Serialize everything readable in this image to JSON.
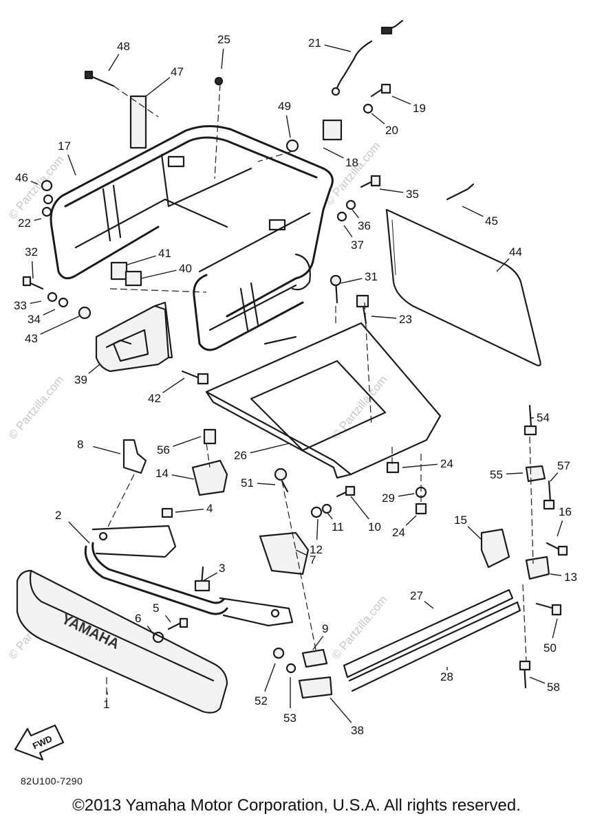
{
  "diagram": {
    "drawing_code": "82U100-7290",
    "copyright": "©2013 Yamaha Motor Corporation, U.S.A. All rights reserved.",
    "bumper_stamp": "YAMAHA",
    "fwd_label": "FWD",
    "watermark_text": "© Partzilla.com",
    "callouts": [
      "1",
      "2",
      "3",
      "4",
      "5",
      "6",
      "7",
      "8",
      "9",
      "10",
      "11",
      "12",
      "13",
      "14",
      "15",
      "16",
      "17",
      "18",
      "19",
      "20",
      "21",
      "22",
      "23",
      "24",
      "24",
      "25",
      "26",
      "27",
      "28",
      "29",
      "31",
      "32",
      "33",
      "34",
      "35",
      "36",
      "37",
      "38",
      "39",
      "40",
      "41",
      "42",
      "43",
      "44",
      "45",
      "46",
      "47",
      "48",
      "49",
      "50",
      "51",
      "52",
      "53",
      "54",
      "55",
      "56",
      "57",
      "58"
    ]
  }
}
